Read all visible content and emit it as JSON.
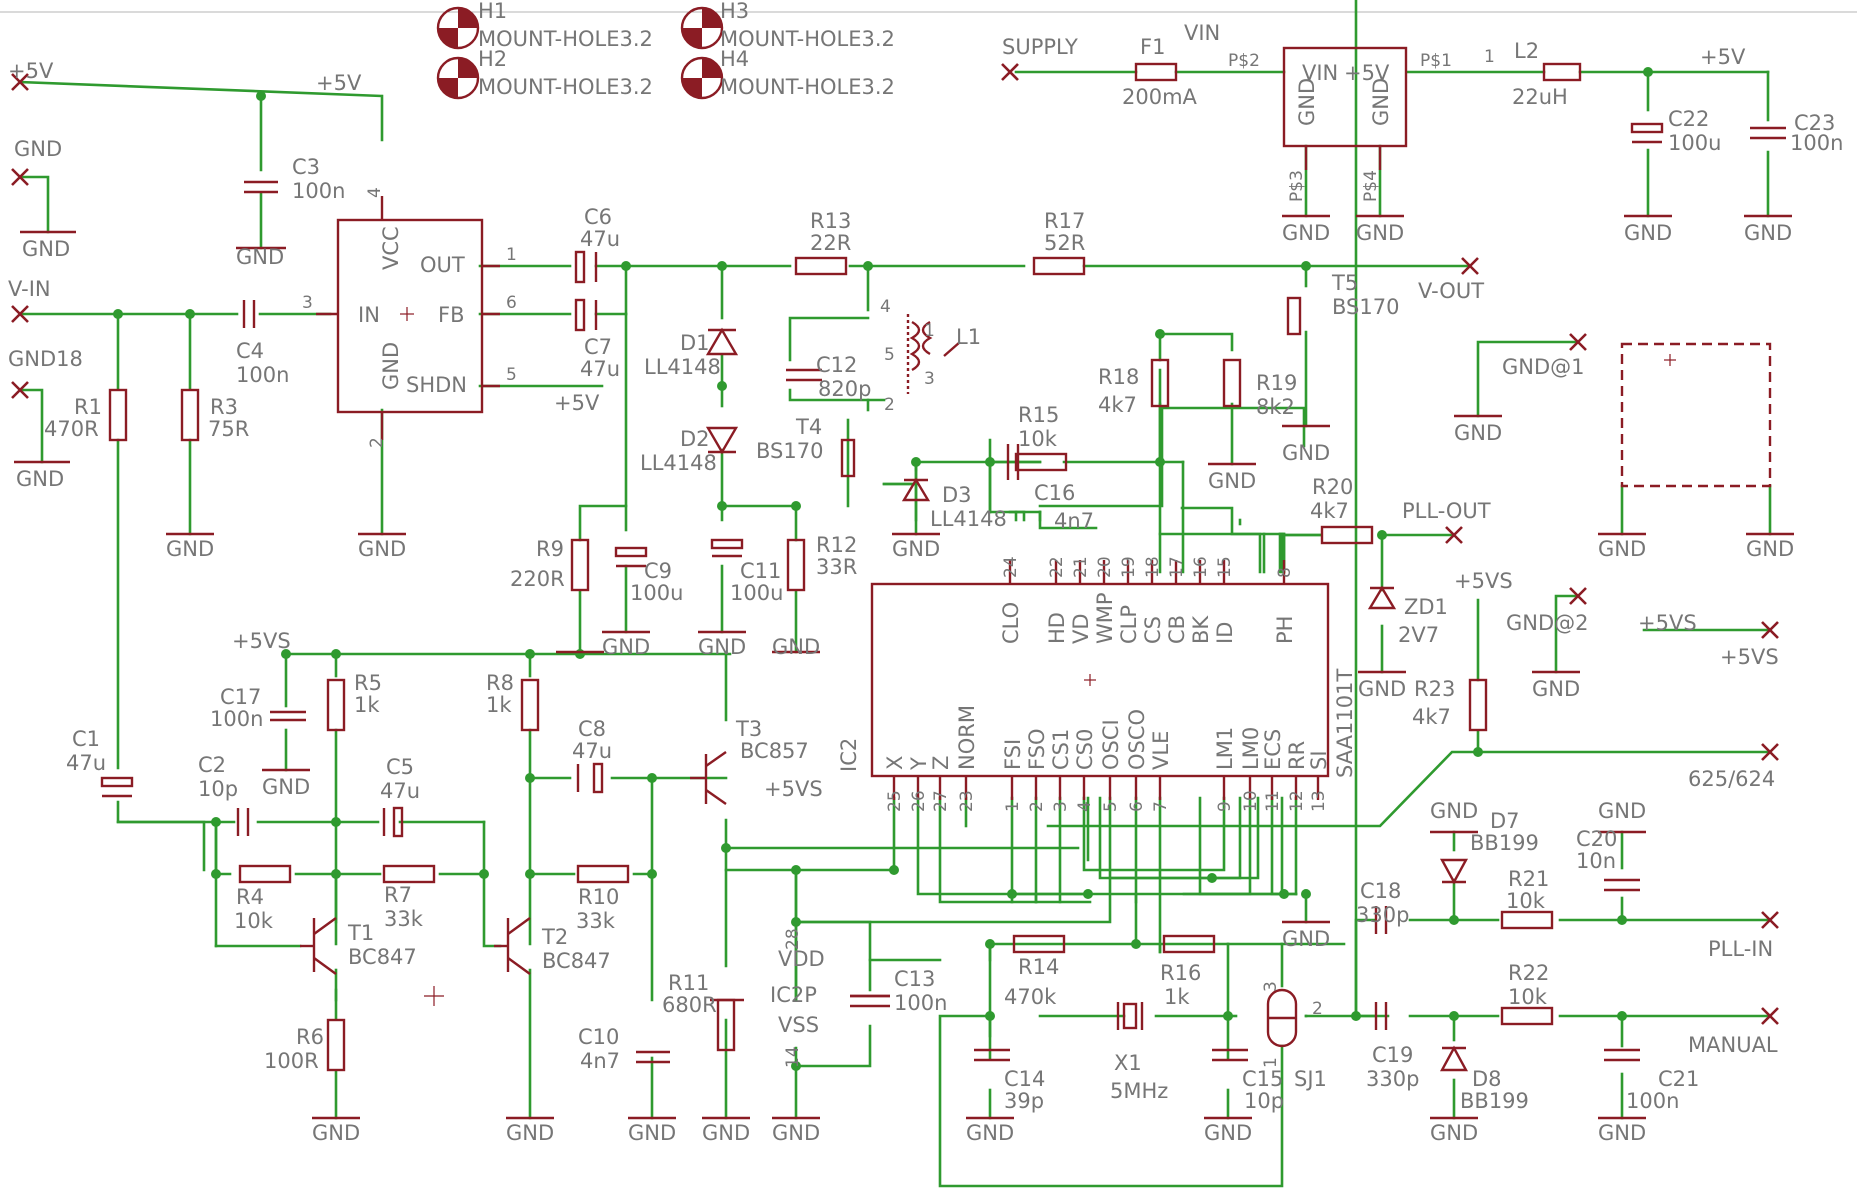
{
  "mount_holes": [
    {
      "ref": "H1",
      "value": "MOUNT-HOLE3.2"
    },
    {
      "ref": "H2",
      "value": "MOUNT-HOLE3.2"
    },
    {
      "ref": "H3",
      "value": "MOUNT-HOLE3.2"
    },
    {
      "ref": "H4",
      "value": "MOUNT-HOLE3.2"
    }
  ],
  "power": {
    "p5v": "+5V",
    "p5vs": "+5VS",
    "gnd": "GND",
    "vdd": "VDD",
    "vss": "VSS"
  },
  "connectors": {
    "p5v_in": "+5V",
    "gnd_in": "GND",
    "vin": "V-IN",
    "gnd18": "GND18",
    "supply": "SUPPLY",
    "vin_label": "VIN",
    "vout": "V-OUT",
    "gnd1": "GND@1",
    "gnd2": "GND@2",
    "pllout": "PLL-OUT",
    "n625": "625/624",
    "pllin": "PLL-IN",
    "manual": "MANUAL"
  },
  "parts": {
    "C1": {
      "ref": "C1",
      "value": "47u"
    },
    "C2": {
      "ref": "C2",
      "value": "10p"
    },
    "C3": {
      "ref": "C3",
      "value": "100n"
    },
    "C4": {
      "ref": "C4",
      "value": "100n"
    },
    "C5": {
      "ref": "C5",
      "value": "47u"
    },
    "C6": {
      "ref": "C6",
      "value": "47u"
    },
    "C7": {
      "ref": "C7",
      "value": "47u"
    },
    "C8": {
      "ref": "C8",
      "value": "47u"
    },
    "C9": {
      "ref": "C9",
      "value": "100u"
    },
    "C10": {
      "ref": "C10",
      "value": "4n7"
    },
    "C11": {
      "ref": "C11",
      "value": "100u"
    },
    "C12": {
      "ref": "C12",
      "value": "820p"
    },
    "C13": {
      "ref": "C13",
      "value": "100n"
    },
    "C14": {
      "ref": "C14",
      "value": "39p"
    },
    "C15": {
      "ref": "C15",
      "value": "10p"
    },
    "C16": {
      "ref": "C16",
      "value": "4n7"
    },
    "C17": {
      "ref": "C17",
      "value": "100n"
    },
    "C18": {
      "ref": "C18",
      "value": "330p"
    },
    "C19": {
      "ref": "C19",
      "value": "330p"
    },
    "C20": {
      "ref": "C20",
      "value": "10n"
    },
    "C21": {
      "ref": "C21",
      "value": "100n"
    },
    "C22": {
      "ref": "C22",
      "value": "100u"
    },
    "C23": {
      "ref": "C23",
      "value": "100n"
    },
    "R1": {
      "ref": "R1",
      "value": "470R"
    },
    "R3": {
      "ref": "R3",
      "value": "75R"
    },
    "R4": {
      "ref": "R4",
      "value": "10k"
    },
    "R5": {
      "ref": "R5",
      "value": "1k"
    },
    "R6": {
      "ref": "R6",
      "value": "100R"
    },
    "R7": {
      "ref": "R7",
      "value": "33k"
    },
    "R8": {
      "ref": "R8",
      "value": "1k"
    },
    "R9": {
      "ref": "R9",
      "value": "220R"
    },
    "R10": {
      "ref": "R10",
      "value": "33k"
    },
    "R11": {
      "ref": "R11",
      "value": "680R"
    },
    "R12": {
      "ref": "R12",
      "value": "33R"
    },
    "R13": {
      "ref": "R13",
      "value": "22R"
    },
    "R14": {
      "ref": "R14",
      "value": "470k"
    },
    "R15": {
      "ref": "R15",
      "value": "10k"
    },
    "R16": {
      "ref": "R16",
      "value": "1k"
    },
    "R17": {
      "ref": "R17",
      "value": "52R"
    },
    "R18": {
      "ref": "R18",
      "value": "4k7"
    },
    "R19": {
      "ref": "R19",
      "value": "8k2"
    },
    "R20": {
      "ref": "R20",
      "value": "4k7"
    },
    "R21": {
      "ref": "R21",
      "value": "10k"
    },
    "R22": {
      "ref": "R22",
      "value": "10k"
    },
    "R23": {
      "ref": "R23",
      "value": "4k7"
    },
    "F1": {
      "ref": "F1",
      "value": "200mA"
    },
    "L1": {
      "ref": "L1",
      "value": ""
    },
    "L2": {
      "ref": "L2",
      "value": "22uH"
    },
    "D1": {
      "ref": "D1",
      "value": "LL4148"
    },
    "D2": {
      "ref": "D2",
      "value": "LL4148"
    },
    "D3": {
      "ref": "D3",
      "value": "LL4148"
    },
    "D7": {
      "ref": "D7",
      "value": "BB199"
    },
    "D8": {
      "ref": "D8",
      "value": "BB199"
    },
    "ZD1": {
      "ref": "ZD1",
      "value": "2V7"
    },
    "T1": {
      "ref": "T1",
      "value": "BC847"
    },
    "T2": {
      "ref": "T2",
      "value": "BC847"
    },
    "T3": {
      "ref": "T3",
      "value": "BC857"
    },
    "T4": {
      "ref": "T4",
      "value": "BS170"
    },
    "T5": {
      "ref": "T5",
      "value": "BS170"
    },
    "X1": {
      "ref": "X1",
      "value": "5MHz"
    },
    "SJ1": {
      "ref": "SJ1",
      "value": ""
    },
    "IC1": {
      "ref": "",
      "value": ""
    },
    "IC2": {
      "ref": "IC2",
      "value": "SAA1101T"
    },
    "IC2P": {
      "ref": "IC2P",
      "value": ""
    }
  },
  "ic1_pins": {
    "vcc": "VCC",
    "out": "OUT",
    "in": "IN",
    "fb": "FB",
    "gnd": "GND",
    "shdn": "SHDN",
    "n1": "1",
    "n2": "2",
    "n3": "3",
    "n4": "4",
    "n5": "5",
    "n6": "6"
  },
  "reg_pins": {
    "vin": "VIN",
    "p5v": "+5V",
    "gnd": "GND",
    "ps2": "P$2",
    "ps1": "P$1",
    "ps3": "P$3",
    "ps4": "P$4",
    "one": "1"
  },
  "l1_pins": [
    "1",
    "2",
    "3",
    "4",
    "5"
  ],
  "sj1_pins": [
    "1",
    "2",
    "3"
  ],
  "ic2p_pins": [
    "28",
    "14"
  ],
  "ic2_top_pins": [
    {
      "num": "24",
      "name": "CLO"
    },
    {
      "num": "22",
      "name": "HD"
    },
    {
      "num": "21",
      "name": "VD"
    },
    {
      "num": "20",
      "name": "WMP"
    },
    {
      "num": "19",
      "name": "CLP"
    },
    {
      "num": "18",
      "name": "CS"
    },
    {
      "num": "17",
      "name": "CB"
    },
    {
      "num": "16",
      "name": "BK"
    },
    {
      "num": "15",
      "name": "ID"
    },
    {
      "num": "8",
      "name": "PH"
    }
  ],
  "ic2_bottom_pins": [
    {
      "num": "25",
      "name": "X"
    },
    {
      "num": "26",
      "name": "Y"
    },
    {
      "num": "27",
      "name": "Z"
    },
    {
      "num": "23",
      "name": "NORM"
    },
    {
      "num": "1",
      "name": "FSI"
    },
    {
      "num": "2",
      "name": "FSO"
    },
    {
      "num": "3",
      "name": "CS1"
    },
    {
      "num": "4",
      "name": "CS0"
    },
    {
      "num": "5",
      "name": "OSCI"
    },
    {
      "num": "6",
      "name": "OSCO"
    },
    {
      "num": "7",
      "name": "VLE"
    },
    {
      "num": "9",
      "name": "LM1"
    },
    {
      "num": "10",
      "name": "LM0"
    },
    {
      "num": "11",
      "name": "ECS"
    },
    {
      "num": "12",
      "name": "RR"
    },
    {
      "num": "13",
      "name": "SI"
    }
  ]
}
